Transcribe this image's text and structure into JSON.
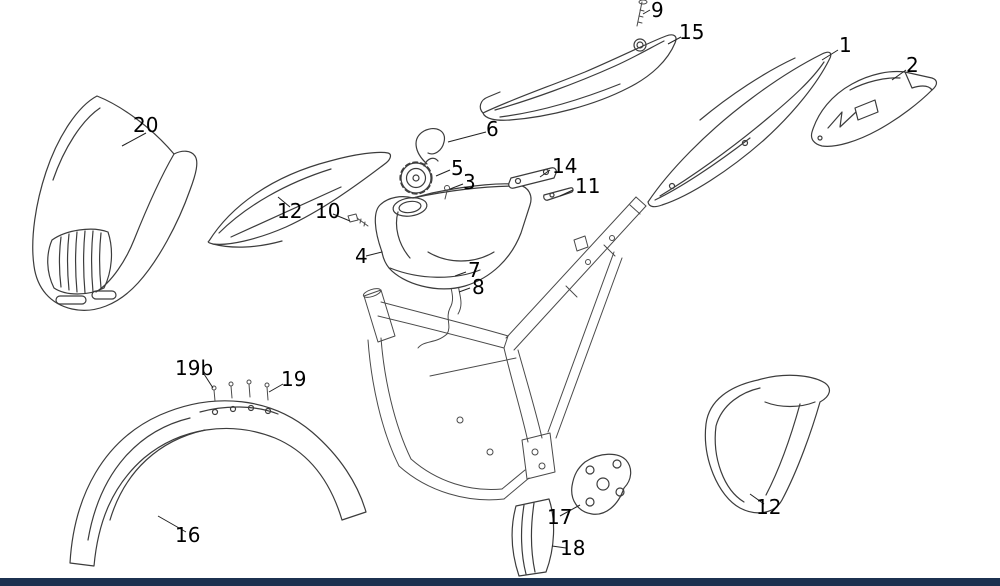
{
  "diagram": {
    "kind": "exploded-parts-diagram",
    "background_color": "#ffffff",
    "line_color": "#3c3c3c",
    "label_color": "#000000",
    "bottom_bar_color": "#1c3150"
  },
  "callouts": {
    "c9": {
      "text": "9"
    },
    "c15": {
      "text": "15"
    },
    "c1": {
      "text": "1"
    },
    "c2": {
      "text": "2"
    },
    "c20": {
      "text": "20"
    },
    "c6": {
      "text": "6"
    },
    "c5": {
      "text": "5"
    },
    "c3": {
      "text": "3"
    },
    "c14": {
      "text": "14"
    },
    "c11": {
      "text": "11"
    },
    "c12_left": {
      "text": "12"
    },
    "c10": {
      "text": "10"
    },
    "c4": {
      "text": "4"
    },
    "c7": {
      "text": "7"
    },
    "c8": {
      "text": "8"
    },
    "c19b": {
      "text": "19b"
    },
    "c19": {
      "text": "19"
    },
    "c16": {
      "text": "16"
    },
    "c17": {
      "text": "17"
    },
    "c18": {
      "text": "18"
    },
    "c12_right": {
      "text": "12"
    }
  }
}
